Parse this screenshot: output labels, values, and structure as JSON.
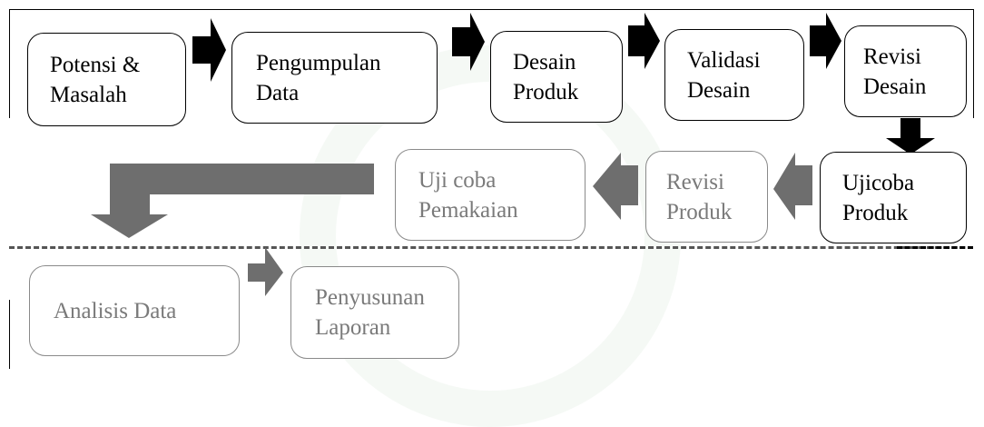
{
  "diagram": {
    "boxes": [
      {
        "id": "potensi",
        "lines": [
          "Potensi &",
          "Masalah"
        ]
      },
      {
        "id": "pengumpulan",
        "lines": [
          "Pengumpulan",
          "Data"
        ]
      },
      {
        "id": "desain",
        "lines": [
          "Desain",
          "Produk"
        ]
      },
      {
        "id": "validasi",
        "lines": [
          "Validasi",
          "Desain"
        ]
      },
      {
        "id": "revisi-desain",
        "lines": [
          "Revisi",
          "Desain"
        ]
      },
      {
        "id": "ujicoba-produk",
        "lines": [
          "Ujicoba",
          "Produk"
        ]
      },
      {
        "id": "revisi-produk",
        "lines": [
          "Revisi",
          "Produk"
        ]
      },
      {
        "id": "uji-coba-pemakaian",
        "lines": [
          "Uji coba",
          "Pemakaian"
        ]
      },
      {
        "id": "analisis",
        "lines": [
          "Analisis Data"
        ]
      },
      {
        "id": "penyusunan",
        "lines": [
          "Penyusunan",
          "Laporan"
        ]
      }
    ]
  },
  "colors": {
    "dark_arrow": "#000000",
    "gray_arrow": "#6e6e6e",
    "faded_border": "#8a8a8a",
    "faded_text": "#7a7a7a"
  }
}
